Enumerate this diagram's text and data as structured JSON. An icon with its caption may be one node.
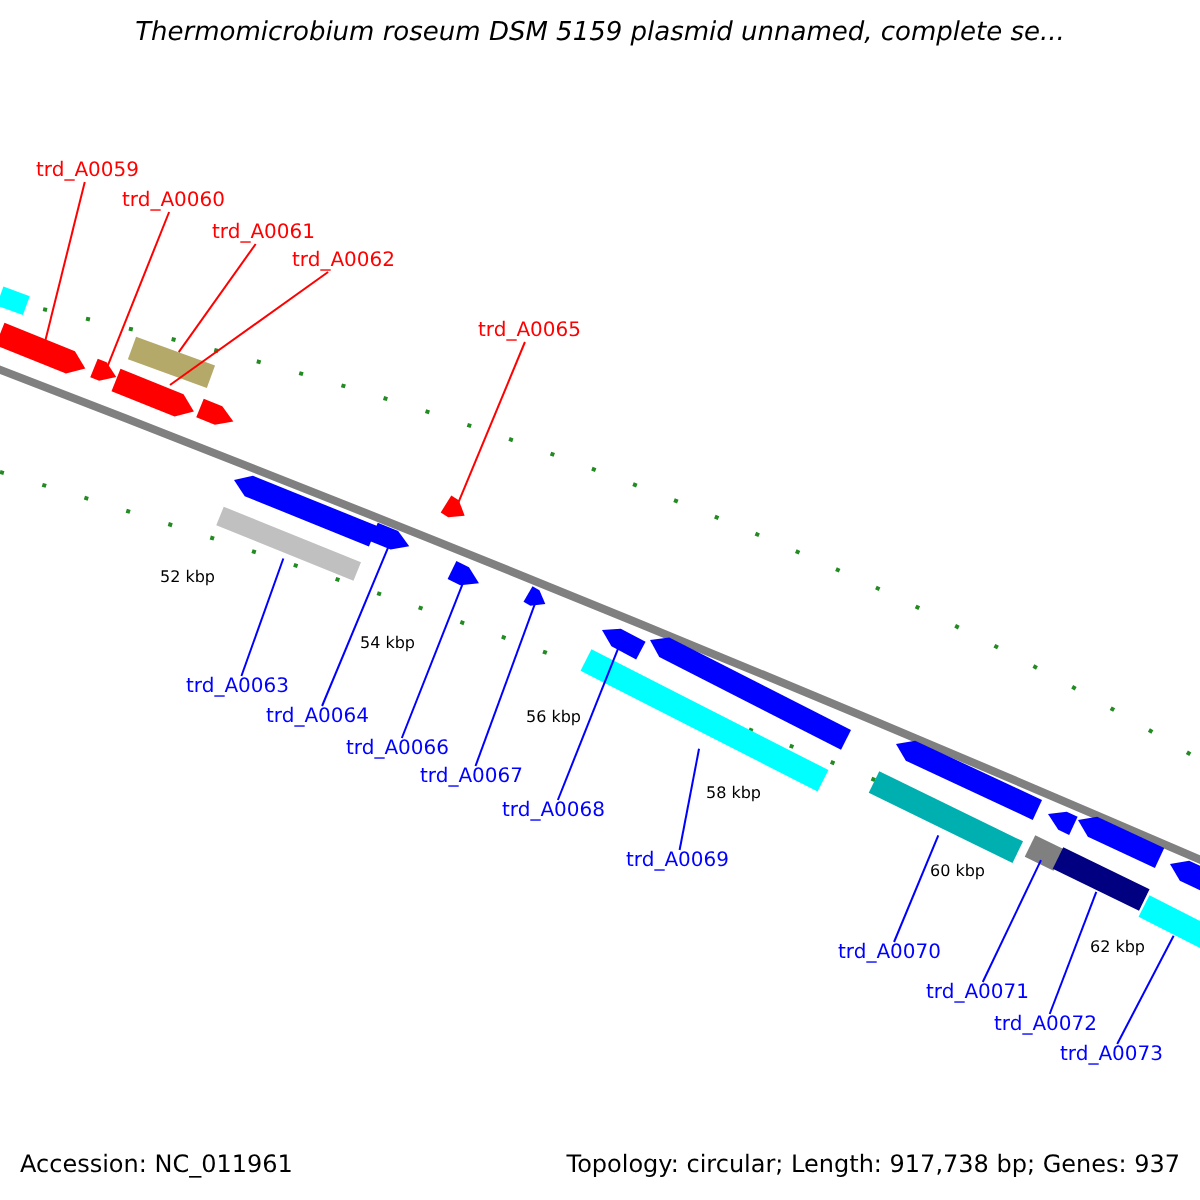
{
  "diagram": {
    "title": "Thermomicrobium roseum DSM 5159 plasmid unnamed, complete se...",
    "nodes": [
      {
        "text": [
          "trd_A0059"
        ]
      },
      {
        "text": [],
        "shape": "arrow"
      },
      {
        "text": [
          "trd_A0060"
        ]
      },
      {
        "text": [],
        "shape": "arrow"
      },
      {
        "text": [
          "trd_A0061"
        ]
      },
      {
        "text": [],
        "shape": "bar"
      },
      {
        "text": [
          "trd_A0062"
        ]
      },
      {
        "text": [],
        "shape": "arrow"
      },
      {
        "text": [
          "trd_A0065"
        ]
      },
      {
        "text": [],
        "shape": "arrow"
      },
      {
        "text": [
          "trd_A0063"
        ]
      },
      {
        "text": [],
        "shape": "bar"
      },
      {
        "text": [
          "trd_A0064"
        ]
      },
      {
        "text": [],
        "shape": "arrow"
      },
      {
        "text": [
          "trd_A0066"
        ]
      },
      {
        "text": [],
        "shape": "arrow"
      },
      {
        "text": [
          "trd_A0067"
        ]
      },
      {
        "text": [],
        "shape": "arrow"
      },
      {
        "text": [
          "trd_A0068"
        ]
      },
      {
        "text": [],
        "shape": "arrow"
      },
      {
        "text": [
          "trd_A0069"
        ]
      },
      {
        "text": [],
        "shape": "bar"
      },
      {
        "text": [
          "trd_A0070"
        ]
      },
      {
        "text": [],
        "shape": "bar"
      },
      {
        "text": [
          "trd_A0071"
        ]
      },
      {
        "text": [],
        "shape": "bar"
      },
      {
        "text": [
          "trd_A0072"
        ]
      },
      {
        "text": [],
        "shape": "bar"
      },
      {
        "text": [
          "trd_A0073"
        ]
      },
      {
        "text": [],
        "shape": "bar"
      },
      {
        "text": [],
        "shape": "bar"
      },
      {
        "text": [],
        "shape": "arrow"
      },
      {
        "text": [],
        "shape": "arrow"
      },
      {
        "text": [],
        "shape": "arrow"
      },
      {
        "text": [],
        "shape": "arrow"
      },
      {
        "text": [],
        "shape": "arrow"
      },
      {
        "text": [],
        "shape": "arrow"
      },
      {
        "text": [],
        "shape": "arrow"
      }
    ],
    "edges": [
      {
        "from": 0,
        "to": 1,
        "arrow": "none",
        "color": "#ff0000"
      },
      {
        "from": 2,
        "to": 3,
        "arrow": "none",
        "color": "#ff0000"
      },
      {
        "from": 4,
        "to": 5,
        "arrow": "none",
        "color": "#ff0000"
      },
      {
        "from": 6,
        "to": 7,
        "arrow": "none",
        "color": "#ff0000"
      },
      {
        "from": 8,
        "to": 9,
        "arrow": "none",
        "color": "#ff0000"
      },
      {
        "from": 10,
        "to": 11,
        "arrow": "none"
      },
      {
        "from": 12,
        "to": 13,
        "arrow": "none"
      },
      {
        "from": 14,
        "to": 15,
        "arrow": "none"
      },
      {
        "from": 16,
        "to": 17,
        "arrow": "none"
      },
      {
        "from": 18,
        "to": 19,
        "arrow": "none"
      },
      {
        "from": 20,
        "to": 21,
        "arrow": "none"
      },
      {
        "from": 22,
        "to": 23,
        "arrow": "none"
      },
      {
        "from": 24,
        "to": 25,
        "arrow": "none"
      },
      {
        "from": 26,
        "to": 27,
        "arrow": "none"
      },
      {
        "from": 28,
        "to": 29,
        "arrow": "none"
      }
    ],
    "labels": [
      "52 kbp",
      "54 kbp",
      "56 kbp",
      "58 kbp",
      "60 kbp",
      "62 kbp",
      "Accession: NC_011961",
      "Topology: circular; Length: 917,738 bp; Genes: 937"
    ]
  }
}
